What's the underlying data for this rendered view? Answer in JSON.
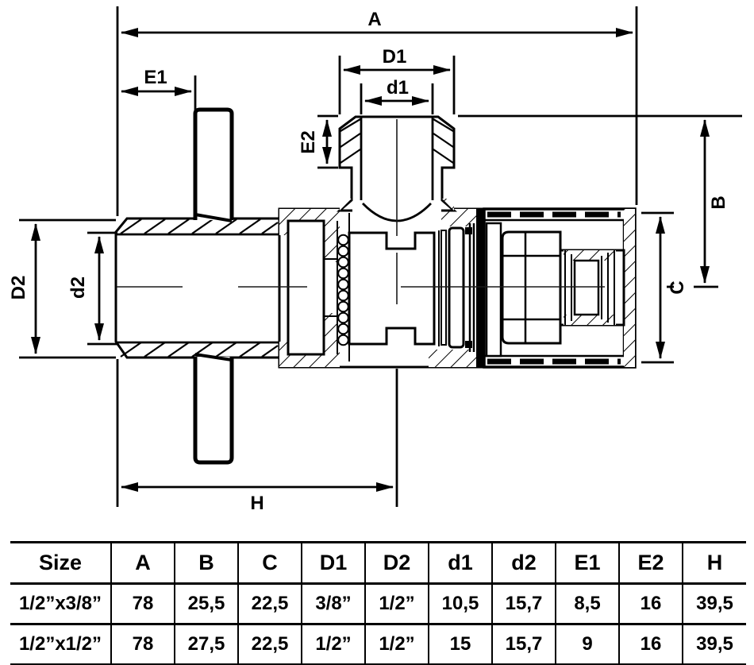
{
  "drawing": {
    "dim_labels": {
      "A": "A",
      "B": "B",
      "C": "C",
      "D1": "D1",
      "D2": "D2",
      "d1": "d1",
      "d2": "d2",
      "E1": "E1",
      "E2": "E2",
      "H": "H"
    }
  },
  "table": {
    "columns": [
      "Size",
      "A",
      "B",
      "C",
      "D1",
      "D2",
      "d1",
      "d2",
      "E1",
      "E2",
      "H"
    ],
    "rows": [
      [
        "1/2”x3/8”",
        "78",
        "25,5",
        "22,5",
        "3/8”",
        "1/2”",
        "10,5",
        "15,7",
        "8,5",
        "16",
        "39,5"
      ],
      [
        "1/2”x1/2”",
        "78",
        "27,5",
        "22,5",
        "1/2”",
        "1/2”",
        "15",
        "15,7",
        "9",
        "16",
        "39,5"
      ]
    ]
  },
  "colors": {
    "ink": "#000000",
    "paper": "#ffffff"
  }
}
